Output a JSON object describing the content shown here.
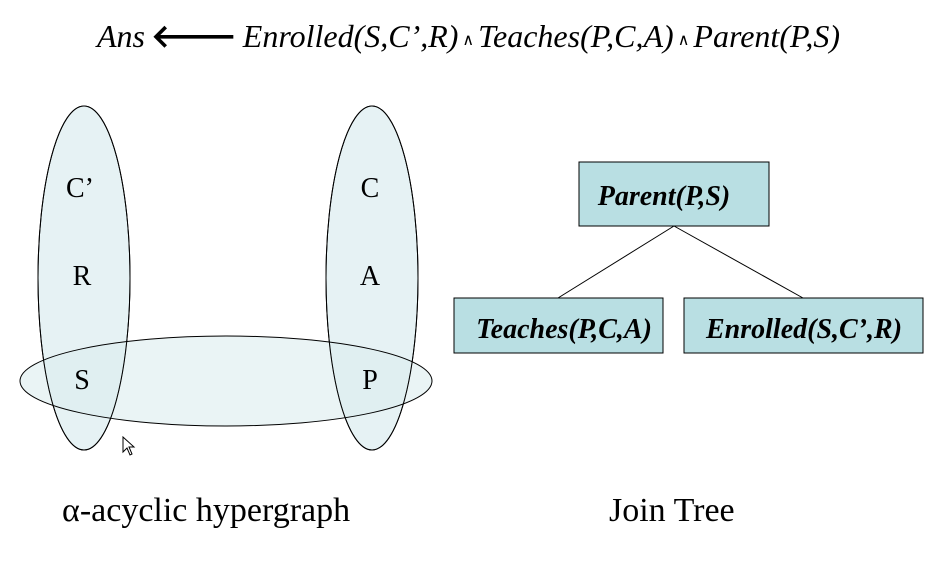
{
  "query": {
    "head": "Ans",
    "arrow": "🡐",
    "atoms": [
      "Enrolled(S,C’,R)",
      "Teaches(P,C,A)",
      "Parent(P,S)"
    ],
    "conjunction": "∧"
  },
  "hypergraph": {
    "left_edge_vertices": [
      "C’",
      "R",
      "S"
    ],
    "right_edge_vertices": [
      "C",
      "A",
      "P"
    ],
    "caption": "α-acyclic hypergraph"
  },
  "join_tree": {
    "root": "Parent(P,S)",
    "left_child": "Teaches(P,C,A)",
    "right_child": "Enrolled(S,C’,R)",
    "caption": "Join Tree"
  },
  "colors": {
    "ellipse_fill": "#dcecef",
    "node_fill": "#b9dfe3",
    "stroke": "#000000"
  }
}
